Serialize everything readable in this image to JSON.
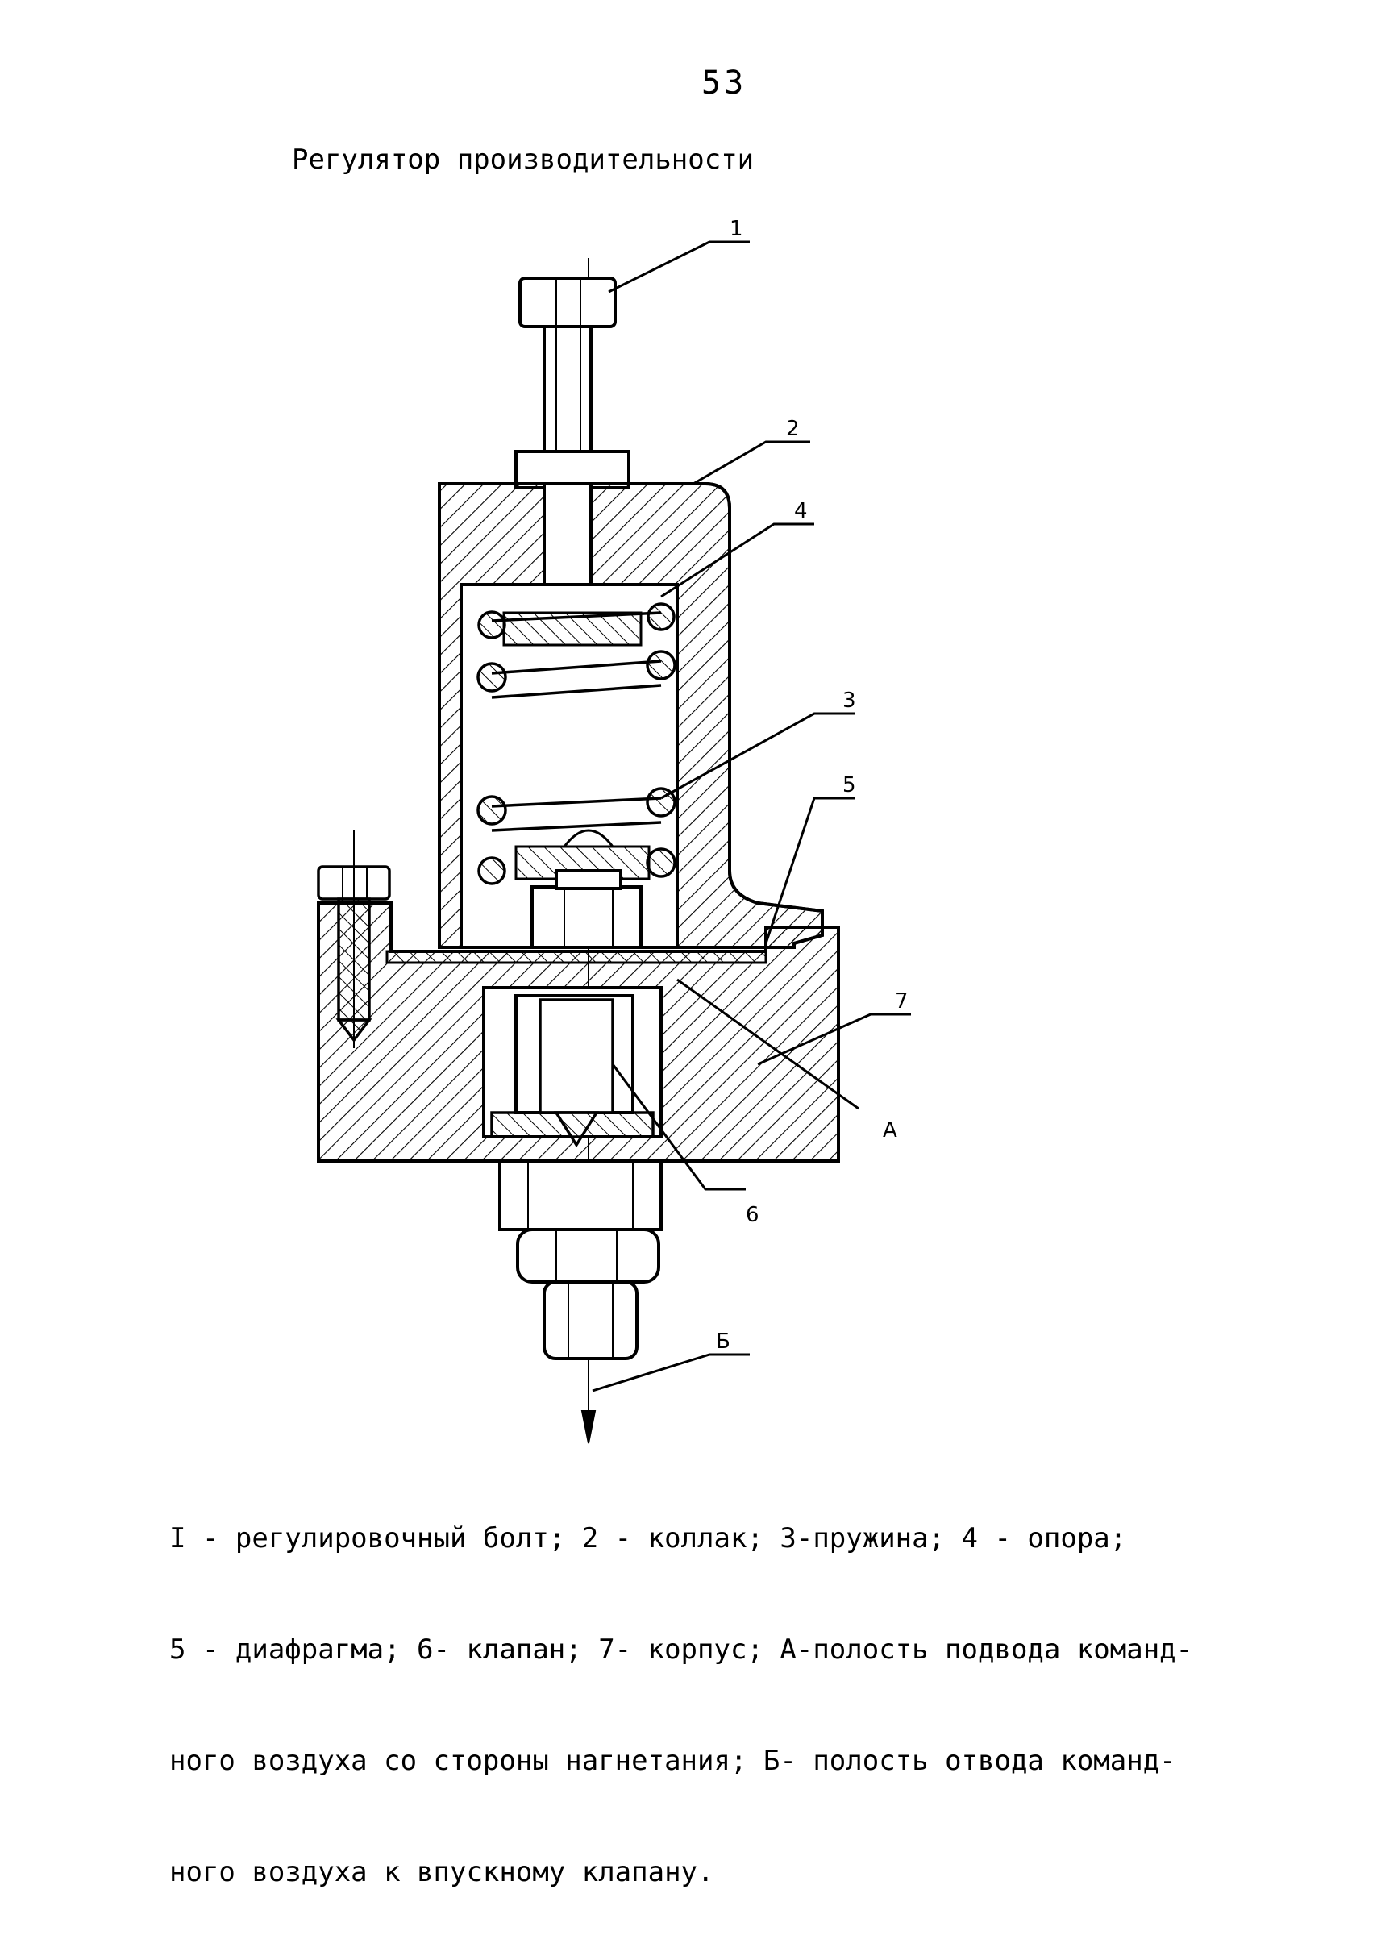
{
  "page": {
    "number": "53",
    "title": "Регулятор производительности"
  },
  "diagram": {
    "callouts": [
      "1",
      "2",
      "4",
      "3",
      "5",
      "7",
      "А",
      "6",
      "Б"
    ]
  },
  "caption": {
    "lines": [
      "I - регулировочный болт; 2 - коллак; 3-пружина; 4 - опора;",
      "5 - диафрагма; 6- клапан; 7- корпус; А-полость подвода команд-",
      "ного воздуха со стороны нагнетания; Б- полость отвода команд-",
      "ного воздуха к впускному клапану."
    ]
  },
  "colors": {
    "ink": "#000000",
    "paper": "#ffffff"
  }
}
